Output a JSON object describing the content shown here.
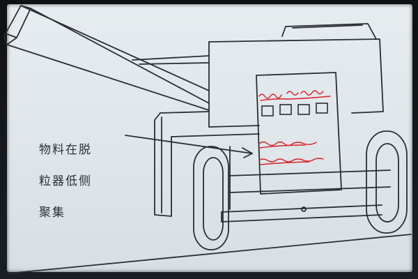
{
  "caption": {
    "line1": "物料在脱",
    "line2": "粒器低侧",
    "line3": "聚集"
  },
  "colors": {
    "ink": "#2a2e33",
    "paper": "#e2e9ec",
    "marker": "#d8202a"
  }
}
